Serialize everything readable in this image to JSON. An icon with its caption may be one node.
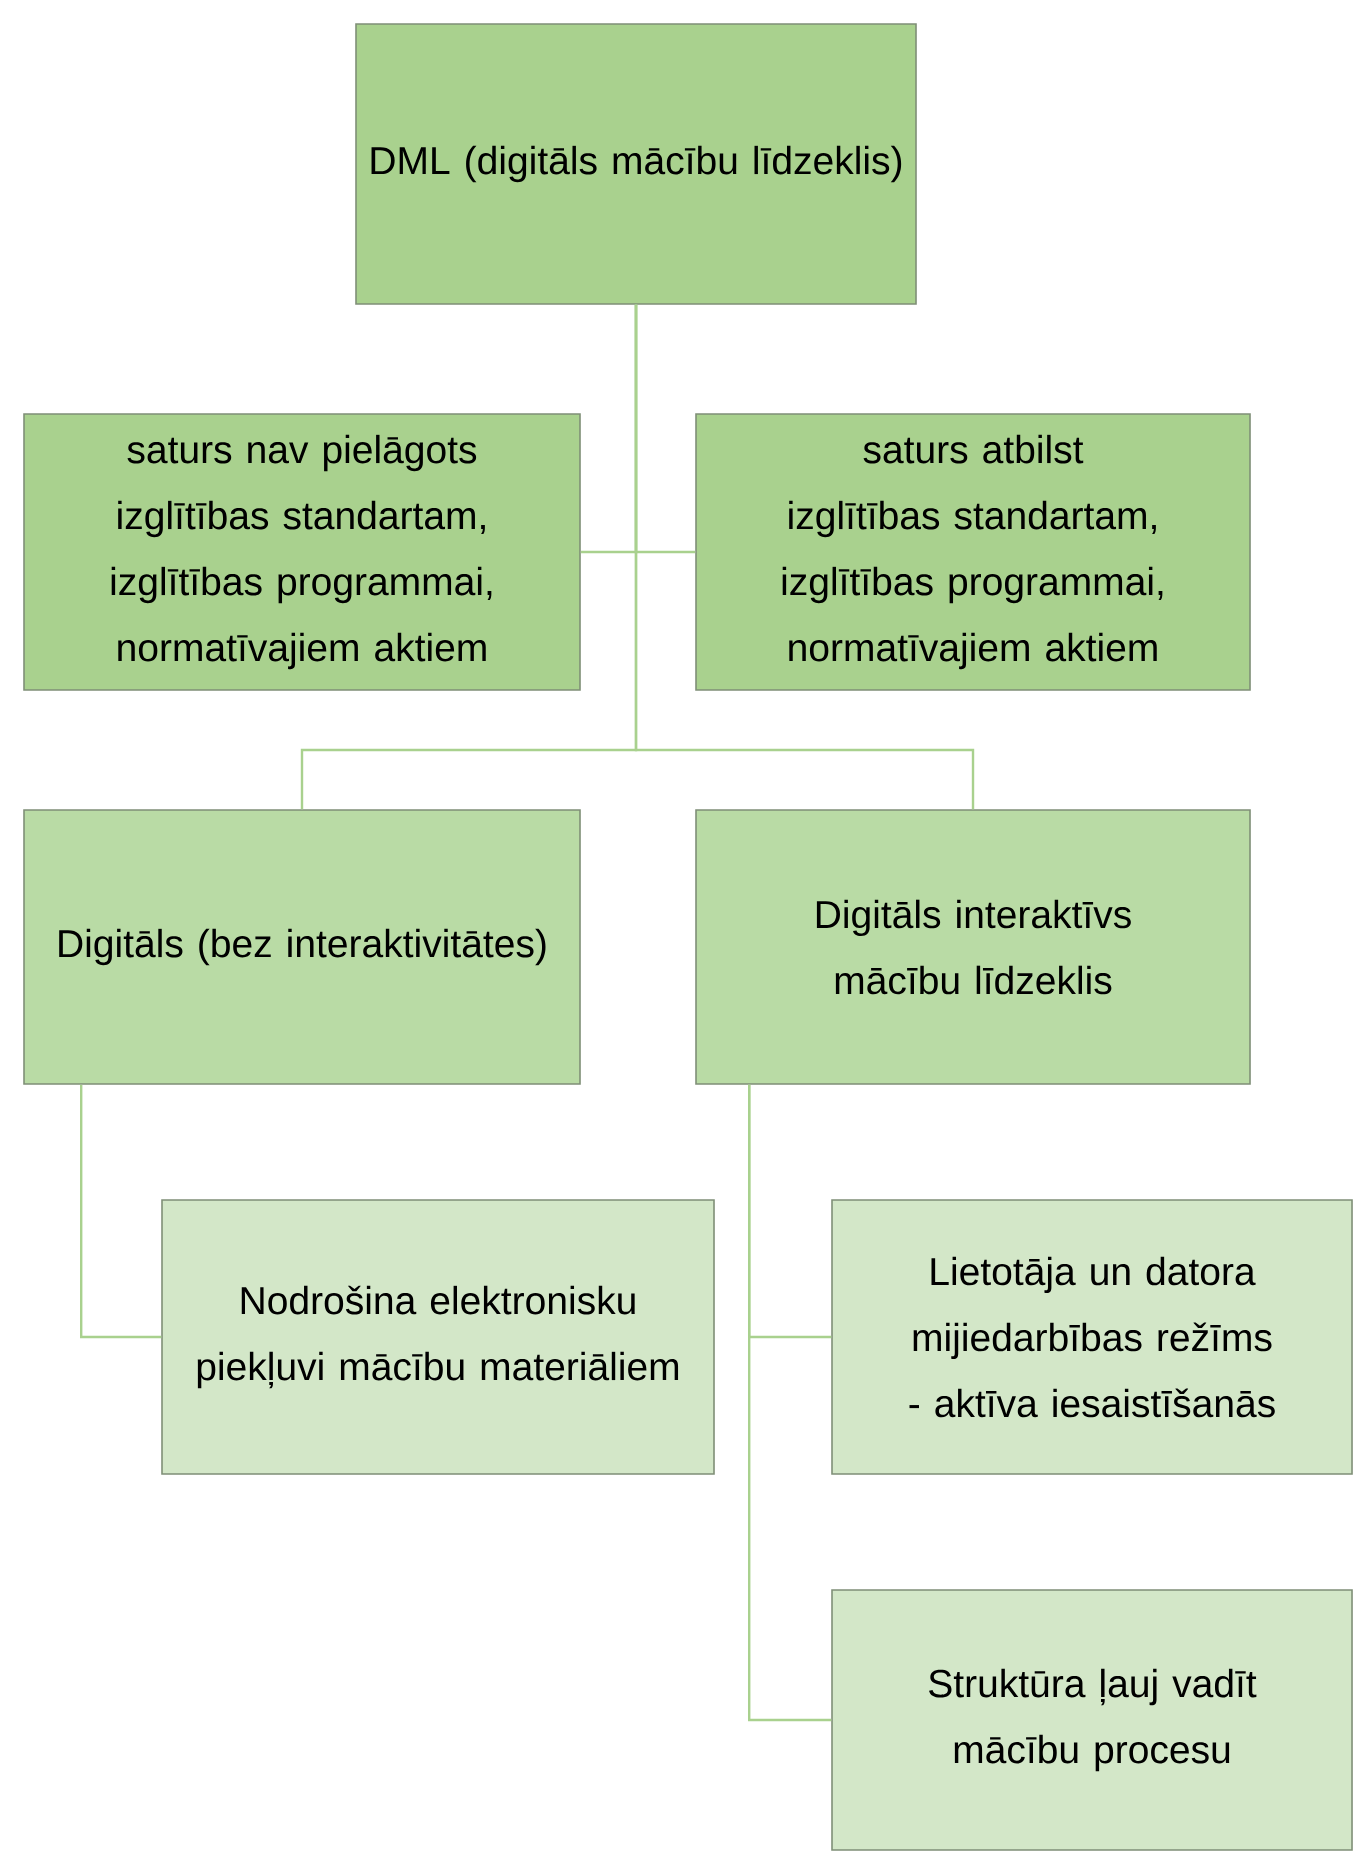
{
  "diagram": {
    "nodes": [
      {
        "text": [
          "DML (digitāls mācību līdzeklis)"
        ]
      },
      {
        "text": [
          "saturs nav pielāgots izglītības standartam, izglītības programmai, normatīvajiem aktiem"
        ]
      },
      {
        "text": [
          "saturs atbilst izglītības standartam, izglītības programmai, normatīvajiem aktiem"
        ]
      },
      {
        "text": [
          "Digitāls (bez interaktivitātes)"
        ]
      },
      {
        "text": [
          "Digitāls interaktīvs mācību līdzeklis"
        ]
      },
      {
        "text": [
          "Nodrošina elektronisku piekļuvi mācību materiāliem"
        ]
      },
      {
        "text": [
          "Lietotāja un datora mijiedarbības režīms - aktīva iesaistīšanās"
        ]
      },
      {
        "text": [
          "Struktūra ļauj vadīt mācību procesu"
        ]
      }
    ],
    "edges": [
      {
        "from": 0,
        "to": 1,
        "arrow": "none"
      },
      {
        "from": 0,
        "to": 2,
        "arrow": "none"
      },
      {
        "from": 0,
        "to": 3,
        "arrow": "none"
      },
      {
        "from": 0,
        "to": 4,
        "arrow": "none"
      },
      {
        "from": 3,
        "to": 5,
        "arrow": "none"
      },
      {
        "from": 4,
        "to": 6,
        "arrow": "none"
      },
      {
        "from": 4,
        "to": 7,
        "arrow": "none"
      }
    ]
  }
}
